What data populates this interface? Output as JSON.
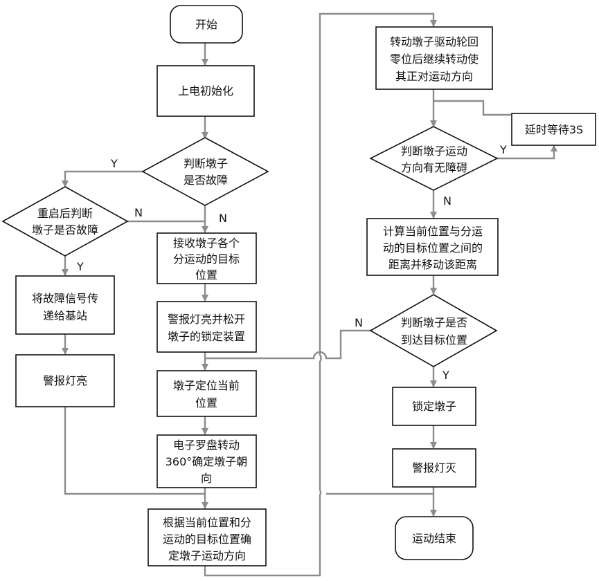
{
  "nodes": {
    "start": [
      "开始"
    ],
    "init": [
      "上电初始化"
    ],
    "fault_check": [
      "判断墩子",
      "是否故障"
    ],
    "restart_check": [
      "重启后判断",
      "墩子是否故障"
    ],
    "send_signal": [
      "将故障信号传",
      "递给基站"
    ],
    "alarm_on_left": [
      "警报灯亮"
    ],
    "receive_target": [
      "接收墩子各个",
      "分运动的目标",
      "位置"
    ],
    "alarm_release": [
      "警报灯亮并松开",
      "墩子的锁定装置"
    ],
    "locate": [
      "墩子定位当前",
      "位置"
    ],
    "compass": [
      "电子罗盘转动",
      "360°确定墩子朝",
      "向"
    ],
    "direction": [
      "根据当前位置和分",
      "运动的目标位置确",
      "定墩子运动方向"
    ],
    "rotate": [
      "转动墩子驱动轮回",
      "零位后继续转动使",
      "其正对运动方向"
    ],
    "obstacle_check": [
      "判断墩子运动",
      "方向有无障碍"
    ],
    "delay": [
      "延时等待3S"
    ],
    "compute_move": [
      "计算当前位置与分运",
      "动的目标位置之间的",
      "距离并移动该距离"
    ],
    "target_check": [
      "判断墩子是否",
      "到达目标位置"
    ],
    "lock": [
      "锁定墩子"
    ],
    "alarm_off": [
      "警报灯灭"
    ],
    "end": [
      "运动结束"
    ]
  },
  "branch_labels": {
    "fault_yes": "Y",
    "fault_no": "N",
    "restart_no": "N",
    "restart_yes": "Y",
    "obstacle_yes": "Y",
    "obstacle_no": "N",
    "target_no": "N",
    "target_yes": "Y"
  },
  "colors": {
    "connector": "#8c8c8c",
    "box_stroke": "#111111",
    "box_fill": "#ffffff",
    "text": "#111111"
  }
}
